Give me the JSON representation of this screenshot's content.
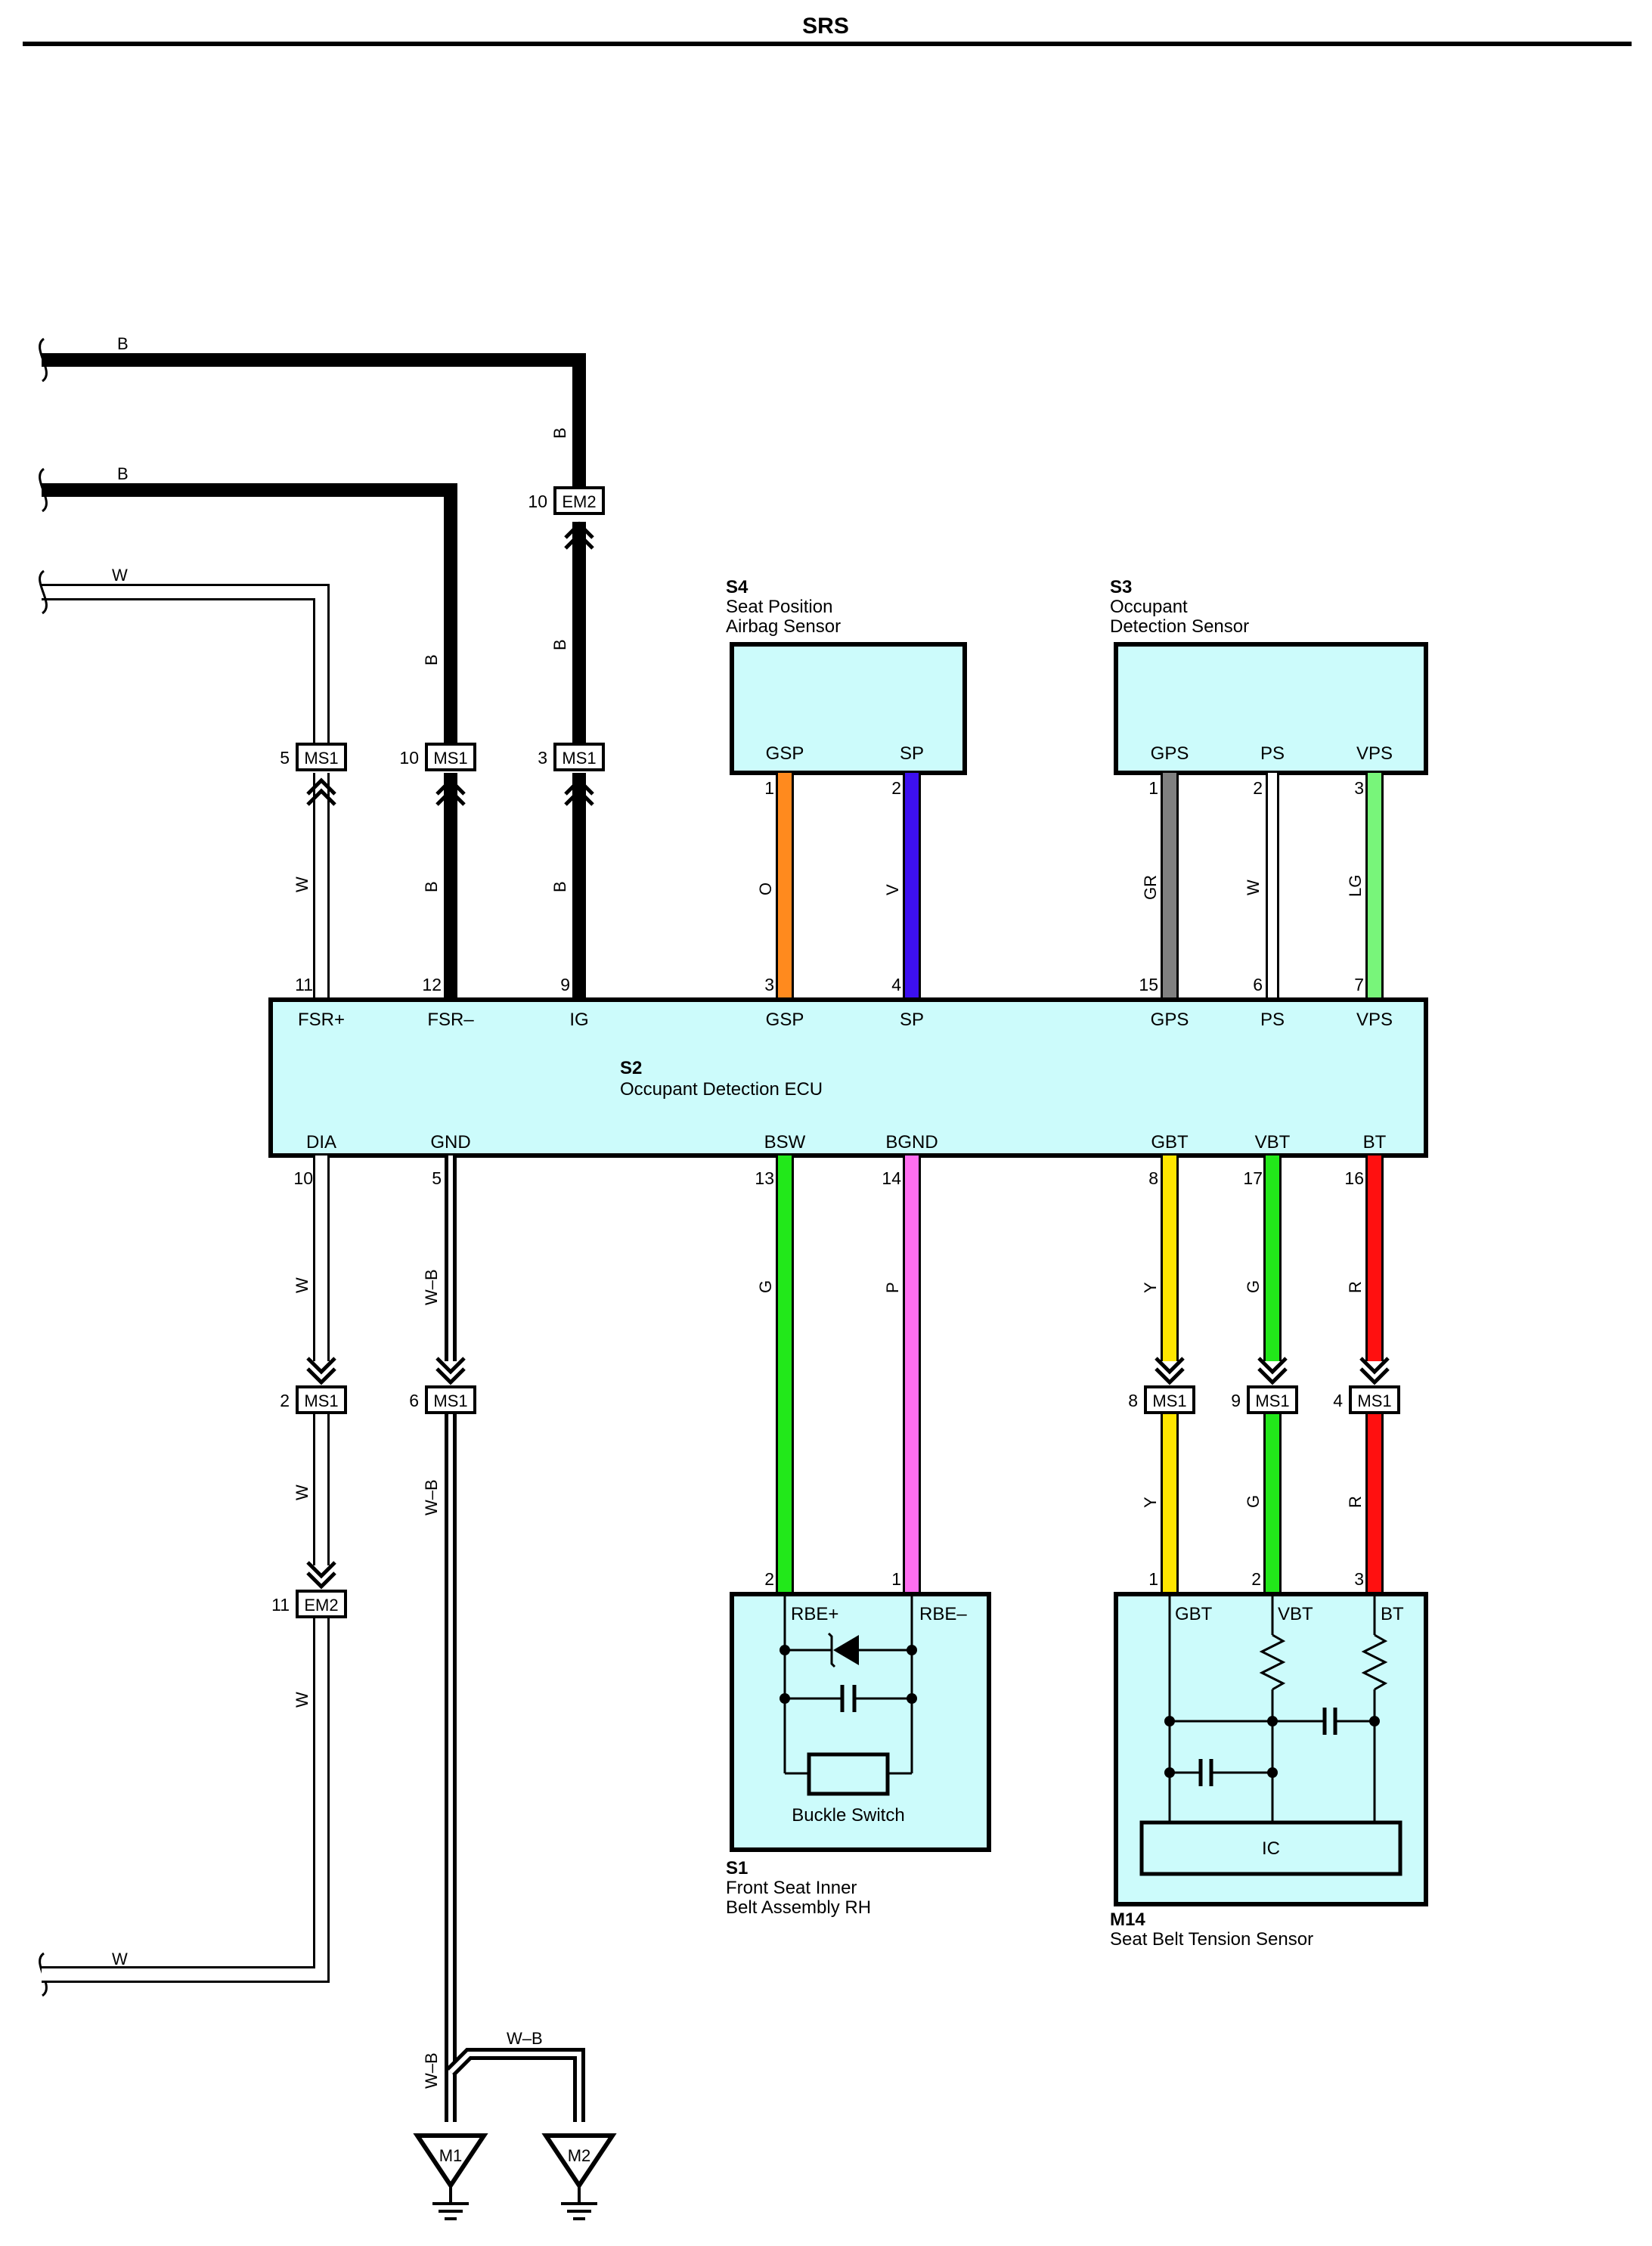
{
  "page": {
    "title": "SRS"
  },
  "colors": {
    "B": "#000000",
    "W": "#ffffff",
    "WB": "#000000",
    "O": "#ff8a1e",
    "V": "#3d10f0",
    "GR": "#808080",
    "LG": "#78f57a",
    "G": "#22e81a",
    "P": "#ff6ef0",
    "Y": "#ffe600",
    "R": "#ff1010",
    "box": "#ccfbfb"
  },
  "components": {
    "s4": {
      "code": "S4",
      "name1": "Seat Position",
      "name2": "Airbag Sensor",
      "pins": {
        "gsp": "GSP",
        "sp": "SP"
      }
    },
    "s3": {
      "code": "S3",
      "name1": "Occupant",
      "name2": "Detection Sensor",
      "pins": {
        "gps": "GPS",
        "ps": "PS",
        "vps": "VPS"
      }
    },
    "s2": {
      "code": "S2",
      "name": "Occupant Detection ECU",
      "top_pins": {
        "fsrp": "FSR+",
        "fsrm": "FSR–",
        "ig": "IG",
        "gsp": "GSP",
        "sp": "SP",
        "gps": "GPS",
        "ps": "PS",
        "vps": "VPS"
      },
      "bottom_pins": {
        "dia": "DIA",
        "gnd": "GND",
        "bsw": "BSW",
        "bgnd": "BGND",
        "gbt": "GBT",
        "vbt": "VBT",
        "bt": "BT"
      }
    },
    "s1": {
      "code": "S1",
      "name1": "Front Seat Inner",
      "name2": "Belt Assembly RH",
      "pins": {
        "rbep": "RBE+",
        "rbem": "RBE–"
      },
      "switch_label": "Buckle Switch"
    },
    "m14": {
      "code": "M14",
      "name": "Seat Belt Tension Sensor",
      "pins": {
        "gbt": "GBT",
        "vbt": "VBT",
        "bt": "BT"
      },
      "ic_label": "IC"
    }
  },
  "connectors": {
    "ms1": "MS1",
    "em2": "EM2",
    "m1": "M1",
    "m2": "M2"
  },
  "pin_numbers": {
    "em2_top": "10",
    "em2_bot": "11",
    "ms1_w_top": "5",
    "ms1_b_top": "10",
    "ms1_ig_top": "3",
    "ms1_dia": "2",
    "ms1_gnd": "6",
    "ms1_gbt": "8",
    "ms1_vbt": "9",
    "ms1_bt": "4",
    "s4_gsp": "1",
    "s4_sp": "2",
    "s3_gps": "1",
    "s3_ps": "2",
    "s3_vps": "3",
    "ecu_fsrp": "11",
    "ecu_fsrm": "12",
    "ecu_ig": "9",
    "ecu_gsp": "3",
    "ecu_sp": "4",
    "ecu_gps": "15",
    "ecu_ps": "6",
    "ecu_vps": "7",
    "ecu_dia": "10",
    "ecu_gnd": "5",
    "ecu_bsw": "13",
    "ecu_bgnd": "14",
    "ecu_gbt": "8",
    "ecu_vbt": "17",
    "ecu_bt": "16",
    "s1_rbep": "2",
    "s1_rbem": "1",
    "m14_gbt": "1",
    "m14_vbt": "2",
    "m14_bt": "3"
  },
  "wire_codes": {
    "b": "B",
    "w": "W",
    "wb": "W–B",
    "o": "O",
    "v": "V",
    "gr": "GR",
    "lg": "LG",
    "g": "G",
    "p": "P",
    "y": "Y",
    "r": "R"
  }
}
